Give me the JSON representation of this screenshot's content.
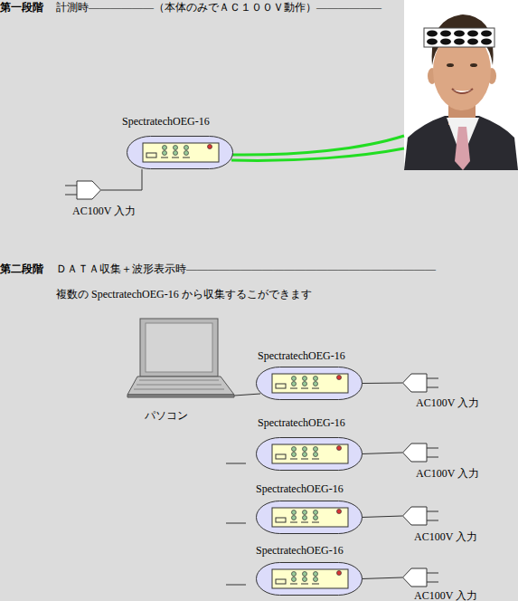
{
  "diagram": {
    "nodes": [
      {
        "text": [
          "SpectratechOEG-16"
        ]
      },
      {
        "text": [
          "AC100V 入力"
        ]
      },
      {
        "text": [
          "パソコン"
        ]
      },
      {
        "text": [
          "SpectratechOEG-16"
        ]
      },
      {
        "text": [
          "AC100V 入力"
        ]
      },
      {
        "text": [
          "SpectratechOEG-16"
        ]
      },
      {
        "text": [
          "AC100V 入力"
        ]
      },
      {
        "text": [
          "SpectratechOEG-16"
        ]
      },
      {
        "text": [
          "AC100V 入力"
        ]
      },
      {
        "text": [
          "SpectratechOEG-16"
        ]
      },
      {
        "text": [
          "AC100V 入力"
        ]
      }
    ],
    "edges": [
      {
        "from": 0,
        "to": 1,
        "arrow": "none"
      },
      {
        "from": 2,
        "to": 3,
        "arrow": "none"
      },
      {
        "from": 3,
        "to": 4,
        "arrow": "none"
      },
      {
        "from": 5,
        "to": 6,
        "arrow": "none"
      },
      {
        "from": 7,
        "to": 8,
        "arrow": "none"
      },
      {
        "from": 9,
        "to": 10,
        "arrow": "none"
      }
    ],
    "labels": [
      "第一段階",
      "計測時――――――（本体のみでＡＣ１００Ｖ動作）――――――",
      "第二段階",
      "ＤＡＴＡ収集＋波形表示時―――――――――――――――――――――――",
      "複数の SpectratechOEG-16 から収集するこができます"
    ]
  }
}
